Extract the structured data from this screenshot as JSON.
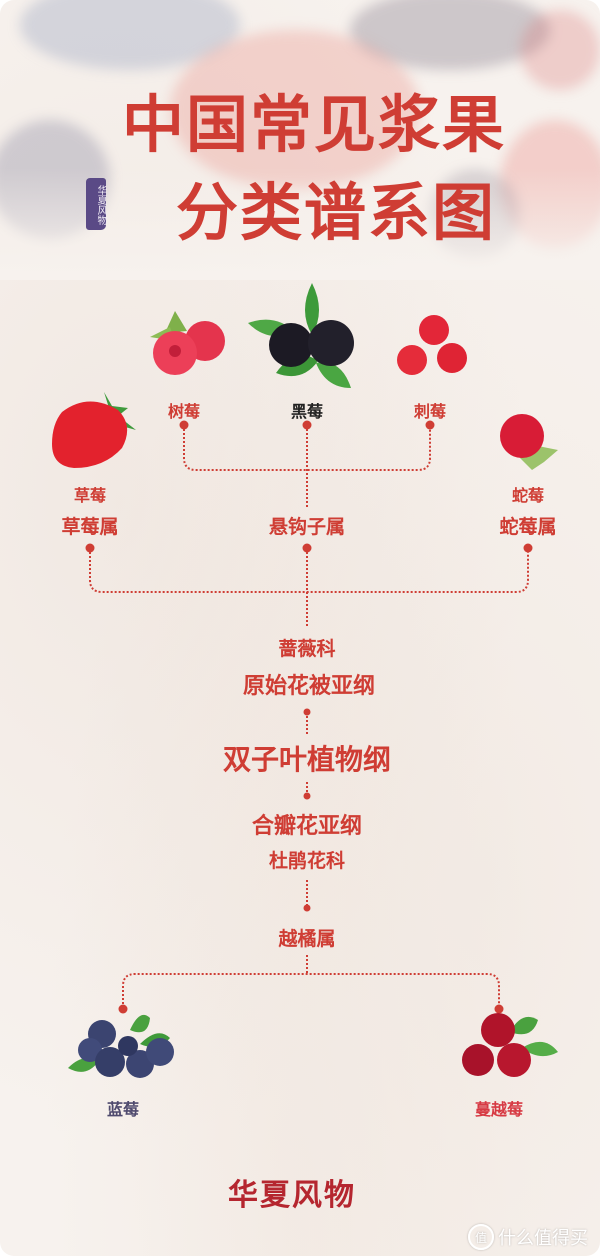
{
  "title": {
    "line1": "中国常见浆果",
    "line2": "分类谱系图",
    "seal": "华夏风物"
  },
  "colors": {
    "accent": "#cf3d34",
    "seal": "#5a4a86",
    "brand": "#b5262f",
    "background": "#f7f2ee"
  },
  "rubus_berries": [
    {
      "name": "树莓",
      "icon": "raspberry-icon"
    },
    {
      "name": "黑莓",
      "icon": "blackberry-icon"
    },
    {
      "name": "刺莓",
      "icon": "thorn-berry-icon"
    }
  ],
  "genera_rosaceae": [
    {
      "fruit": "草莓",
      "genus": "草莓属",
      "icon": "strawberry-icon"
    },
    {
      "fruit": "",
      "genus": "悬钩子属"
    },
    {
      "fruit": "蛇莓",
      "genus": "蛇莓属",
      "icon": "mock-strawberry-icon"
    }
  ],
  "hierarchy": {
    "family_rose": "蔷薇科",
    "subclass_archi": "原始花被亚纲",
    "class": "双子叶植物纲",
    "subclass_sympetalae": "合瓣花亚纲",
    "family_ericaceae": "杜鹃花科",
    "genus_vaccinium": "越橘属"
  },
  "vaccinium_berries": [
    {
      "name": "蓝莓",
      "icon": "blueberry-icon"
    },
    {
      "name": "蔓越莓",
      "icon": "cranberry-icon"
    }
  ],
  "footer": {
    "brand": "华夏风物",
    "watermark_icon": "值",
    "watermark": "什么值得买"
  }
}
